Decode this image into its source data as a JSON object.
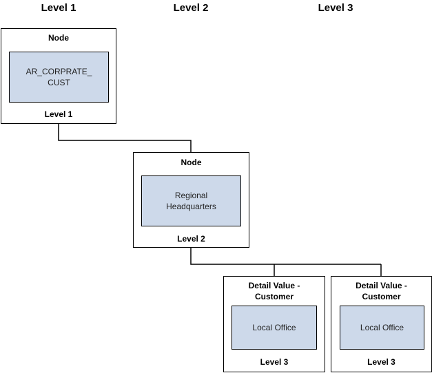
{
  "levels": [
    "Level 1",
    "Level 2",
    "Level 3"
  ],
  "nodes": [
    {
      "title": "Node",
      "label_lines": [
        "AR_CORPRATE_",
        "CUST"
      ],
      "level": "Level 1"
    },
    {
      "title": "Node",
      "label_lines": [
        "Regional",
        "Headquarters"
      ],
      "level": "Level 2"
    },
    {
      "title_lines": [
        "Detail Value -",
        "Customer"
      ],
      "label_lines": [
        "Local Office"
      ],
      "level": "Level 3"
    },
    {
      "title_lines": [
        "Detail Value -",
        "Customer"
      ],
      "label_lines": [
        "Local Office"
      ],
      "level": "Level 3"
    }
  ],
  "colors": {
    "inner_fill": "#cdd9ea",
    "border": "#000000",
    "connector": "#000000"
  }
}
